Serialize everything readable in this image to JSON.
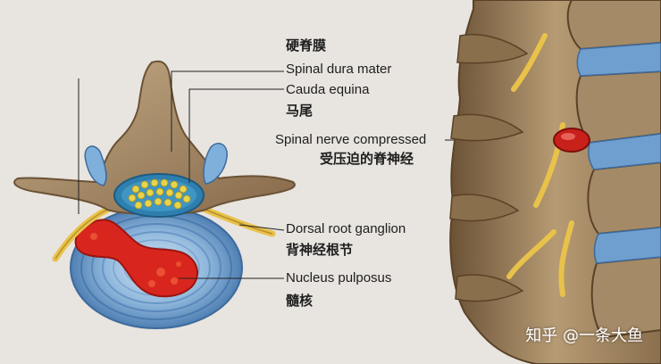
{
  "labels": [
    {
      "id": "dura-cn",
      "text": "硬脊膜"
    },
    {
      "id": "dura-en",
      "text": "Spinal dura mater"
    },
    {
      "id": "cauda-en",
      "text": "Cauda equina"
    },
    {
      "id": "cauda-cn",
      "text": "马尾"
    },
    {
      "id": "nerve-en",
      "text": "Spinal nerve compressed"
    },
    {
      "id": "nerve-cn",
      "text": "受压迫的脊神经"
    },
    {
      "id": "ganglion-en",
      "text": "Dorsal root ganglion"
    },
    {
      "id": "ganglion-cn",
      "text": "背神经根节"
    },
    {
      "id": "nucleus-en",
      "text": "Nucleus pulposus"
    },
    {
      "id": "nucleus-cn",
      "text": "髓核"
    }
  ],
  "watermark": "知乎 @一条大鱼",
  "colors": {
    "background": "#e8e4df",
    "bone": "#a48a66",
    "disc_blue": "#6f9fcf",
    "nucleus_red": "#d8261e",
    "nerve_yellow": "#e8c24a",
    "cord_blue": "#2e7fae"
  }
}
